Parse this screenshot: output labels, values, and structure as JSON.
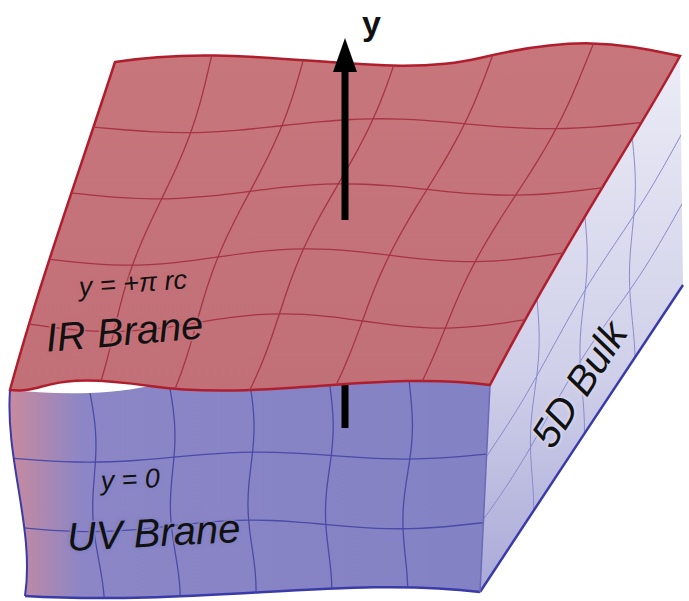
{
  "diagram": {
    "labels": [
      "y",
      "y = +π rc",
      "IR Brane",
      "y = 0",
      "UV Brane",
      "5D Bulk"
    ]
  }
}
